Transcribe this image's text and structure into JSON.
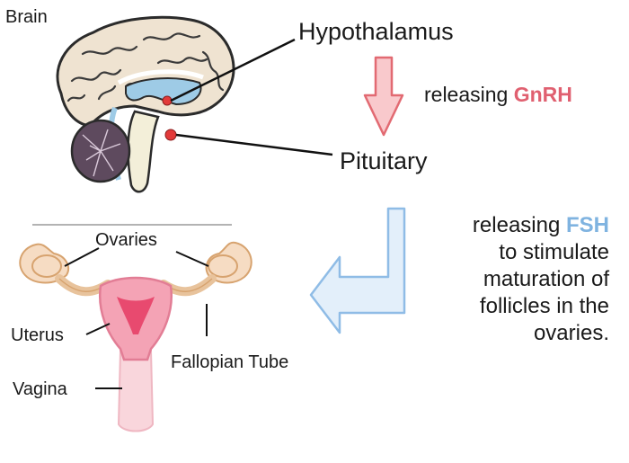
{
  "labels": {
    "brain": "Brain",
    "hypothalamus": "Hypothalamus",
    "pituitary": "Pituitary",
    "ovaries": "Ovaries",
    "uterus": "Uterus",
    "fallopian_tube": "Fallopian Tube",
    "vagina": "Vagina"
  },
  "step1": {
    "prefix": "releasing",
    "hormone": "GnRH"
  },
  "step2": {
    "prefix": "releasing",
    "hormone": "FSH",
    "lines": [
      "to stimulate",
      "maturation of",
      "follicles in the",
      "ovaries."
    ]
  },
  "colors": {
    "gnrh": "#e06070",
    "fsh": "#7fb3e0",
    "down_arrow_fill": "#f9c9cc",
    "return_arrow_fill": "#e3effa",
    "brain_fill": "#efe3d1",
    "cerebellum_fill": "#5e4a5e",
    "uterus_fill": "#f4a3b5"
  }
}
